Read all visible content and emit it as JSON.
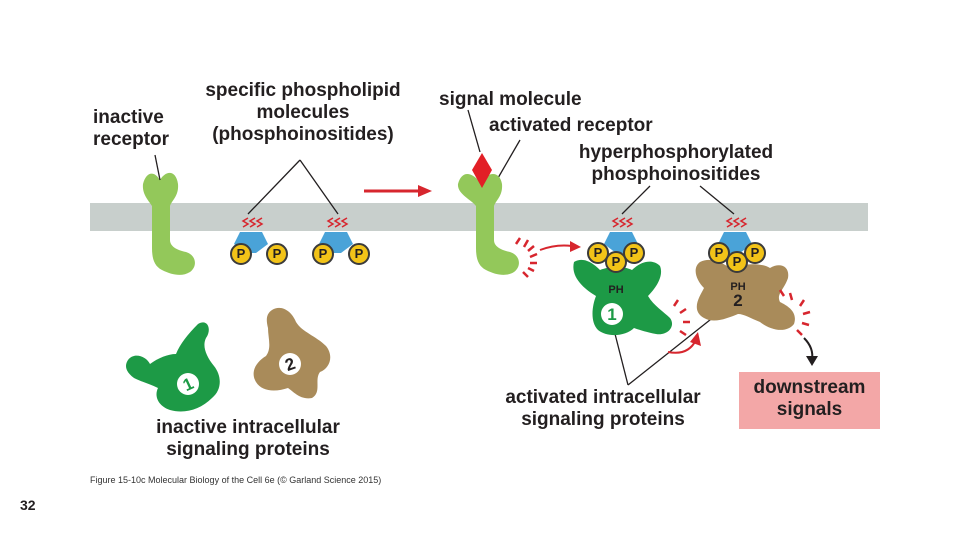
{
  "labels": {
    "inactive_receptor_1": "inactive",
    "inactive_receptor_2": "receptor",
    "specific_1": "specific phospholipid",
    "specific_2": "molecules",
    "specific_3": "(phosphoinositides)",
    "signal_molecule": "signal molecule",
    "activated_receptor": "activated receptor",
    "hyper_1": "hyperphosphorylated",
    "hyper_2": "phosphoinositides",
    "inactive_proteins_1": "inactive intracellular",
    "inactive_proteins_2": "signaling proteins",
    "activated_proteins_1": "activated intracellular",
    "activated_proteins_2": "signaling proteins",
    "downstream_1": "downstream",
    "downstream_2": "signals"
  },
  "phosphate_label": "P",
  "ph_domain_label": "PH",
  "protein_numbers": [
    "1",
    "2"
  ],
  "caption": "Figure 15-10c  Molecular Biology of the Cell 6e (© Garland Science 2015)",
  "slide_number": "32",
  "colors": {
    "membrane": "#c8cfcc",
    "receptor": "#93c85a",
    "protein_1": "#1d9a46",
    "protein_2": "#a98b5a",
    "signal_molecule": "#e21f26",
    "phosphate": "#f2c318",
    "head_group": "#4aa3d8",
    "arrow_red": "#d7262e",
    "downstream_box": "#f3a7a7"
  }
}
